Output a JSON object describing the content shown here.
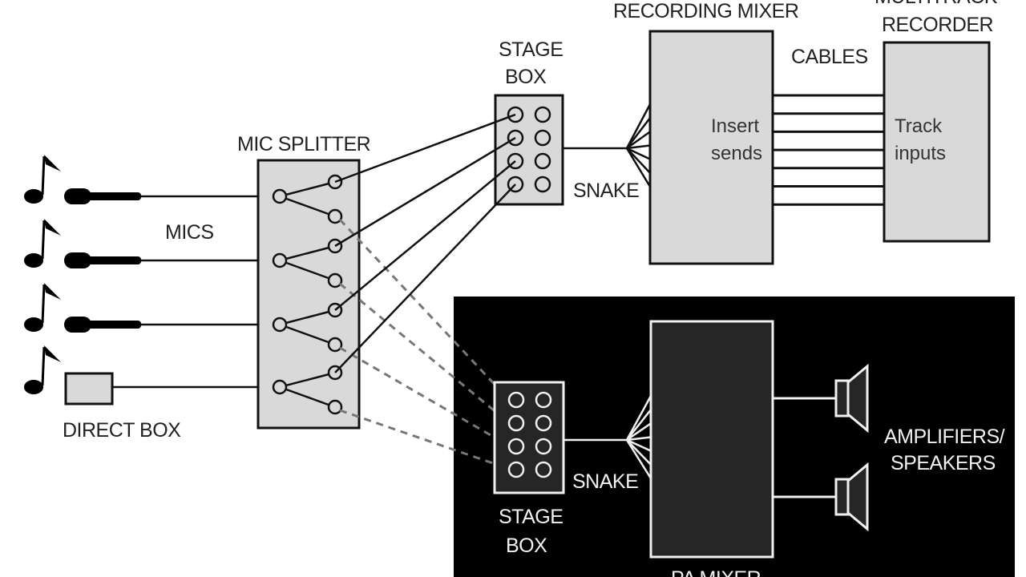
{
  "diagram": {
    "title": "Live recording signal flow with mic splitter",
    "colors": {
      "background": "#ffffff",
      "box_fill": "#d9d9d9",
      "stroke": "#111111",
      "pa_panel": "#000000",
      "pa_box_fill": "#262626",
      "pa_stroke": "#f0f0f0",
      "dashed": "#777777"
    },
    "labels": {
      "mics": "MICS",
      "direct_box": "DIRECT BOX",
      "mic_splitter": "MIC SPLITTER",
      "stage_box_top_line1": "STAGE",
      "stage_box_top_line2": "BOX",
      "snake_top": "SNAKE",
      "recording_mixer": "RECORDING MIXER",
      "insert_sends_line1": "Insert",
      "insert_sends_line2": "sends",
      "cables": "CABLES",
      "multitrack_line1": "MULTITRACK",
      "multitrack_line2": "RECORDER",
      "track_inputs_line1": "Track",
      "track_inputs_line2": "inputs",
      "stage_box_bottom_line1": "STAGE",
      "stage_box_bottom_line2": "BOX",
      "snake_bottom": "SNAKE",
      "pa_mixer": "PA MIXER",
      "amps_line1": "AMPLIFIERS/",
      "amps_line2": "SPEAKERS"
    },
    "sources": [
      {
        "type": "mic",
        "icon": "music-note-icon"
      },
      {
        "type": "mic",
        "icon": "music-note-icon"
      },
      {
        "type": "mic",
        "icon": "music-note-icon"
      },
      {
        "type": "direct-box",
        "icon": "music-note-icon"
      }
    ],
    "splitter_channels": 4,
    "stage_box_jacks": 8,
    "recorder_cables": 7,
    "speakers": 2
  }
}
